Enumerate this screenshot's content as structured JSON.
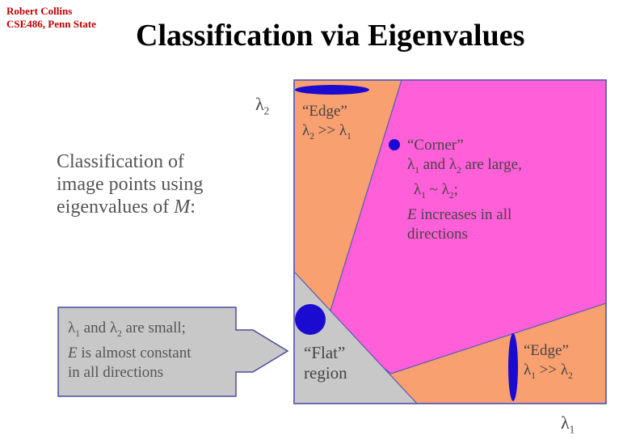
{
  "author": {
    "name": "Robert Collins",
    "course": "CSE486, Penn State"
  },
  "title": "Classification via Eigenvalues",
  "description": {
    "line1": "Classification of",
    "line2": "image points using",
    "line3_pre": "eigenvalues of ",
    "line3_var": "M",
    "line3_post": ":"
  },
  "axes": {
    "y_symbol": "λ",
    "y_sub": "2",
    "x_symbol": "λ",
    "x_sub": "1"
  },
  "regions": {
    "edge_top": {
      "name": "“Edge”",
      "cond_a": "λ",
      "a_sub": "2",
      "op": " >> ",
      "cond_b": "λ",
      "b_sub": "1"
    },
    "corner": {
      "name": "“Corner”",
      "l1": "λ",
      "l1_sub": "1",
      "and": " and ",
      "l2": "λ",
      "l2_sub": "2",
      "large": " are large,",
      "sim_a": "λ",
      "sim_a_sub": "1",
      "sim": " ~ ",
      "sim_b": "λ",
      "sim_b_sub": "2",
      "sim_end": ";",
      "e_var": "E",
      "e_text": " increases in all",
      "dirs": "directions"
    },
    "flat": {
      "line1": "“Flat”",
      "line2": "region"
    },
    "edge_bottom": {
      "name": "“Edge”",
      "cond_a": "λ",
      "a_sub": "1",
      "op": " >> ",
      "cond_b": "λ",
      "b_sub": "2"
    }
  },
  "callout": {
    "l1": "λ",
    "l1_sub": "1",
    "and": " and ",
    "l2": "λ",
    "l2_sub": "2",
    "small": " are small;",
    "e_var": "E",
    "e_text": " is almost constant",
    "line3": "in all directions"
  },
  "colors": {
    "orange": "#f9a070",
    "magenta": "#ff5fd8",
    "gray": "#c8c8c8",
    "blue": "#1b0bd0",
    "border": "#5a5ab4"
  }
}
